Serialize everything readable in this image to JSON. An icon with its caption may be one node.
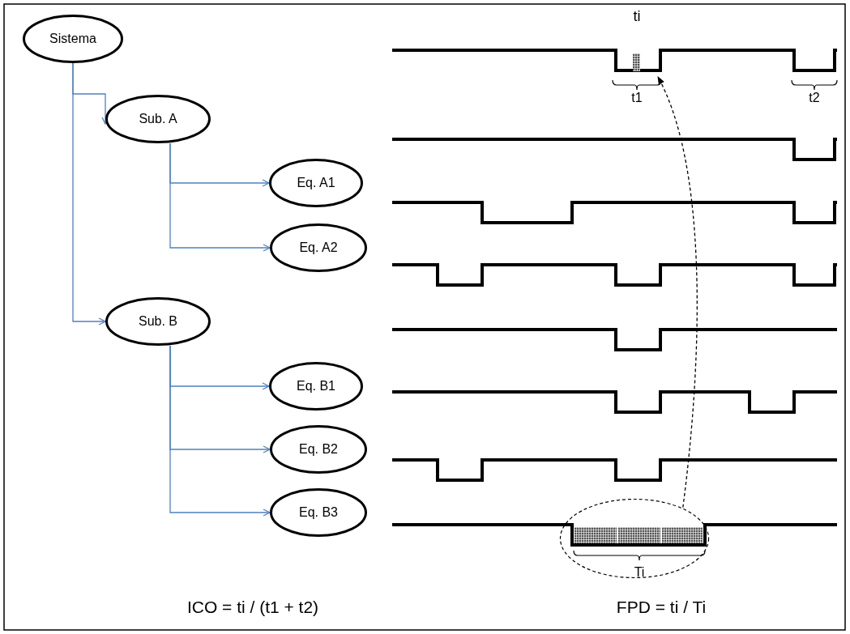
{
  "diagram": {
    "nodes": [
      {
        "text": [
          "Sistema"
        ]
      },
      {
        "text": [
          "Sub. A"
        ]
      },
      {
        "text": [
          "Eq. A1"
        ]
      },
      {
        "text": [
          "Eq. A2"
        ]
      },
      {
        "text": [
          "Sub. B"
        ]
      },
      {
        "text": [
          "Eq. B1"
        ]
      },
      {
        "text": [
          "Eq. B2"
        ]
      },
      {
        "text": [
          "Eq. B3"
        ]
      },
      {
        "text": [],
        "shape": "ellipse"
      }
    ],
    "edges": [
      {
        "from": 0,
        "to": 1,
        "arrow": "to"
      },
      {
        "from": 0,
        "to": 4,
        "arrow": "to"
      },
      {
        "from": 1,
        "to": 2,
        "arrow": "to"
      },
      {
        "from": 1,
        "to": 3,
        "arrow": "to"
      },
      {
        "from": 4,
        "to": 5,
        "arrow": "to"
      },
      {
        "from": 4,
        "to": 6,
        "arrow": "to"
      },
      {
        "from": 4,
        "to": 7,
        "arrow": "to"
      },
      {
        "from": 8,
        "to": null,
        "arrow": "to",
        "style": "dashed",
        "color": "#000000"
      }
    ],
    "labels": [
      "ti",
      "t1",
      "t2",
      "Ti",
      "ICO = ti / (t1 + t2)",
      "FPD = ti / Ti"
    ]
  }
}
